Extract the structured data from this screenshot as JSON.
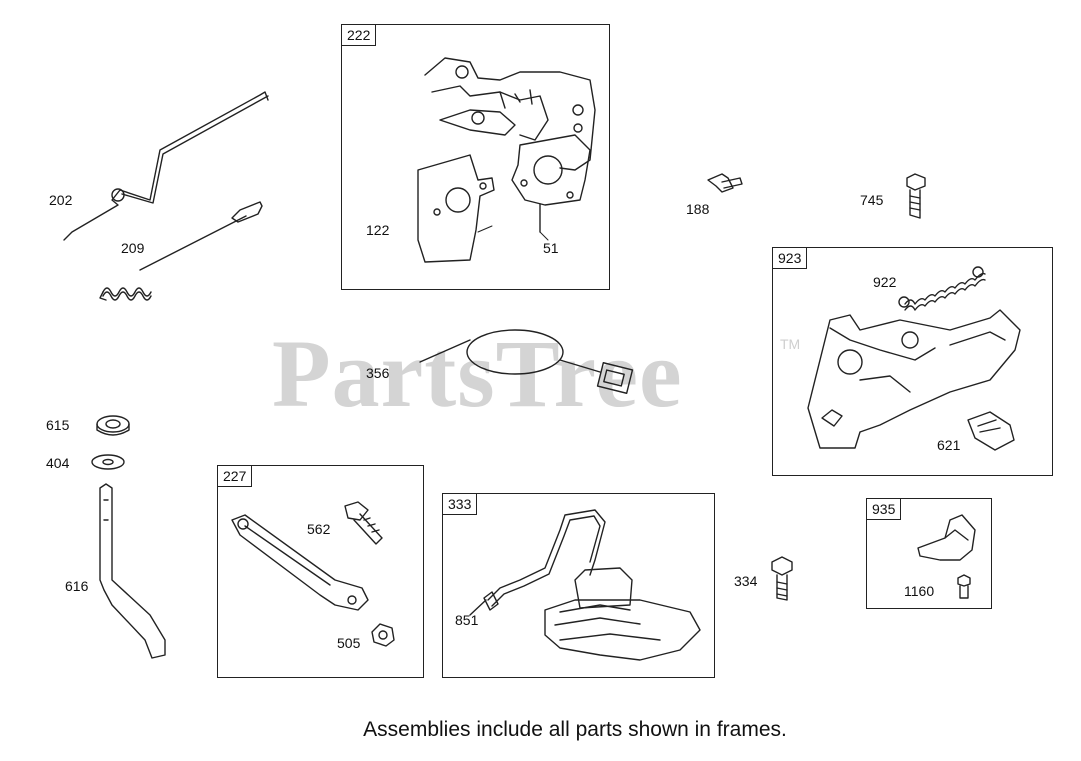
{
  "watermark": {
    "text": "PartsTree",
    "tm": "TM"
  },
  "caption": "Assemblies include all parts shown in frames.",
  "frames": [
    {
      "id": "222",
      "label": "222"
    },
    {
      "id": "923",
      "label": "923"
    },
    {
      "id": "227",
      "label": "227"
    },
    {
      "id": "333",
      "label": "333"
    },
    {
      "id": "935",
      "label": "935"
    }
  ],
  "parts": {
    "p202": "202",
    "p209": "209",
    "p122": "122",
    "p51": "51",
    "p188": "188",
    "p745": "745",
    "p922": "922",
    "p356": "356",
    "p621": "621",
    "p615": "615",
    "p404": "404",
    "p616": "616",
    "p562": "562",
    "p505": "505",
    "p851": "851",
    "p334": "334",
    "p1160": "1160"
  }
}
